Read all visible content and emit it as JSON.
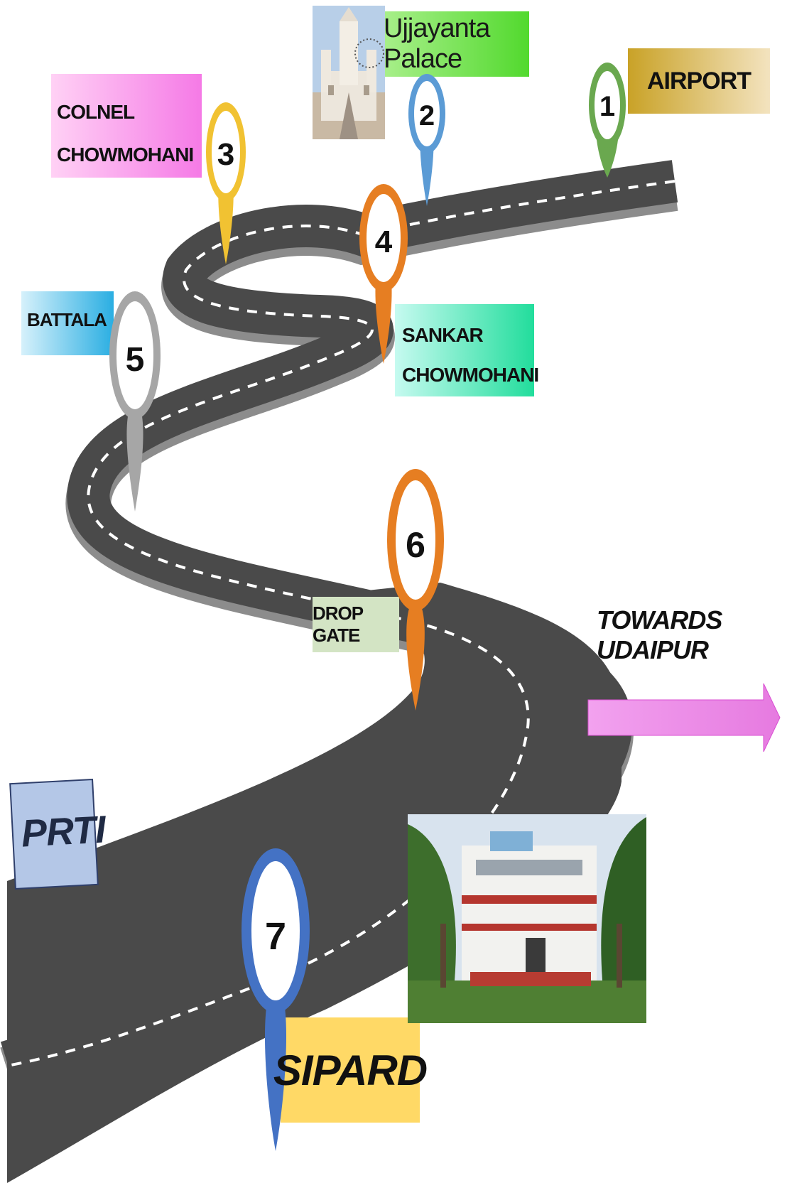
{
  "stops": [
    {
      "number": "1",
      "name": "AIRPORT",
      "color": "#6aa84f"
    },
    {
      "number": "2",
      "name": "Ujjayanta Palace",
      "color": "#5b9bd5"
    },
    {
      "number": "3",
      "name_line1": "COLNEL",
      "name_line2": "CHOWMOHANI",
      "color": "#f1c232"
    },
    {
      "number": "4",
      "name_line1": "SANKAR",
      "name_line2": "CHOWMOHANI",
      "color": "#e67e22"
    },
    {
      "number": "5",
      "name": "BATTALA",
      "color": "#a6a6a6"
    },
    {
      "number": "6",
      "name": "DROP GATE",
      "color": "#e67e22"
    },
    {
      "number": "7",
      "name": "SIPARD",
      "color": "#4472c4"
    }
  ],
  "prti_label": "PRTI",
  "direction_label": "TOWARDS UDAIPUR",
  "colors": {
    "road": "#4a4a4a",
    "road_shadow": "#8c8c8c",
    "lane_marking": "#ffffff",
    "arrow": "#ee82ee",
    "airport_tag": "#c9a227",
    "palace_tag": "#7ed957",
    "colnel_tag": "#ff8cf0",
    "sankar_tag": "#2ee6a8",
    "battala_tag": "#33b5e5",
    "dropgate_tag": "#cfe0bf",
    "prti_tag": "#b4c7e7",
    "sipard_tag": "#ffd966"
  },
  "icons": [
    "palace-photo",
    "institute-building-photo",
    "right-arrow-icon",
    "map-pin-icon"
  ]
}
